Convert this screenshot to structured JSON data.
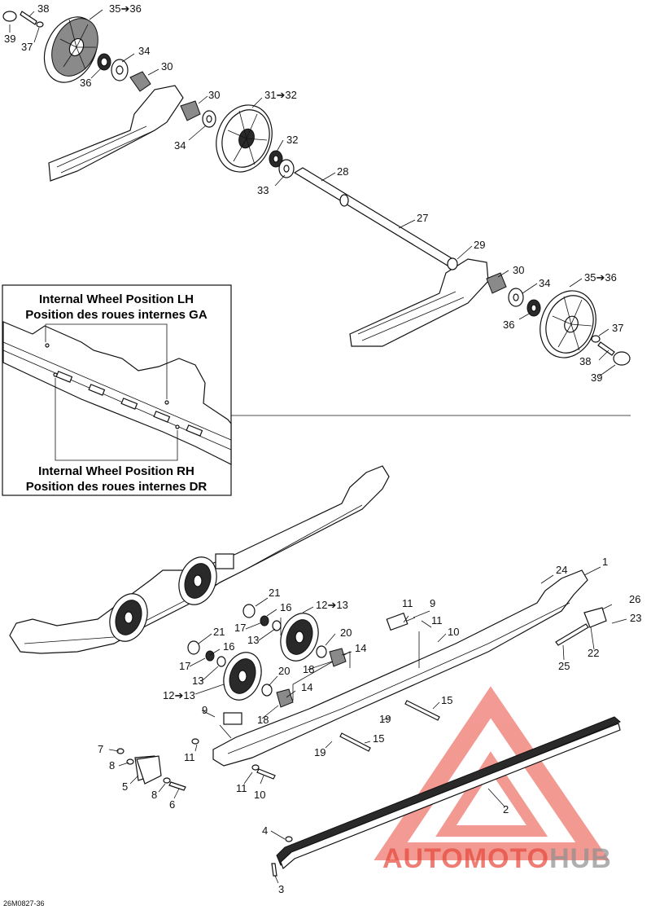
{
  "diagram": {
    "drawing_code": "26M0827-36",
    "inset": {
      "title_lh_en": "Internal Wheel Position LH",
      "title_lh_fr": "Position des roues internes GA",
      "title_rh_en": "Internal Wheel Position RH",
      "title_rh_fr": "Position des roues internes DR"
    },
    "callouts": [
      "38",
      "35➔36",
      "39",
      "37",
      "34",
      "36",
      "30",
      "30",
      "34",
      "31➔32",
      "32",
      "33",
      "28",
      "27",
      "29",
      "30",
      "35➔36",
      "34",
      "36",
      "37",
      "38",
      "39",
      "1",
      "24",
      "26",
      "23",
      "22",
      "25",
      "21",
      "16",
      "17",
      "13",
      "12➔13",
      "21",
      "16",
      "17",
      "13",
      "12➔13",
      "20",
      "14",
      "18",
      "20",
      "14",
      "18",
      "9",
      "11",
      "11",
      "10",
      "9",
      "11",
      "15",
      "15",
      "19",
      "19",
      "11",
      "10",
      "7",
      "8",
      "5",
      "8",
      "6",
      "4",
      "3",
      "2"
    ],
    "watermark": {
      "part1": "AUTO",
      "part2": "MOTO",
      "part3": "HUB",
      "color_primary": "#e8473a",
      "color_secondary": "#8e8e8e"
    }
  }
}
